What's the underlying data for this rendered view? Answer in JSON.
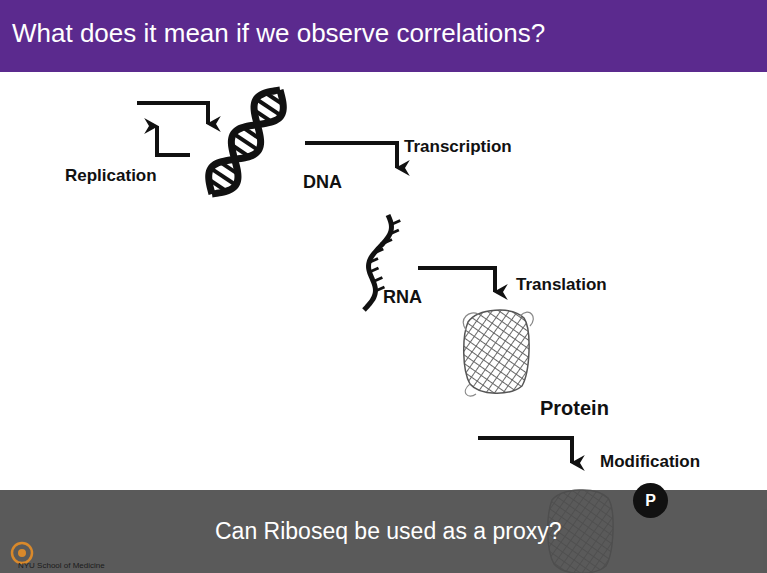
{
  "diagram": {
    "title": "What does it mean if we observe correlations?",
    "caption": "Can Riboseq be used as a proxy?",
    "nodes": [
      {
        "text": [
          "P"
        ]
      }
    ],
    "labels": [
      "Replication",
      "DNA",
      "Transcription",
      "RNA",
      "Translation",
      "Protein",
      "Modification",
      "NYU School of Medicine"
    ]
  }
}
